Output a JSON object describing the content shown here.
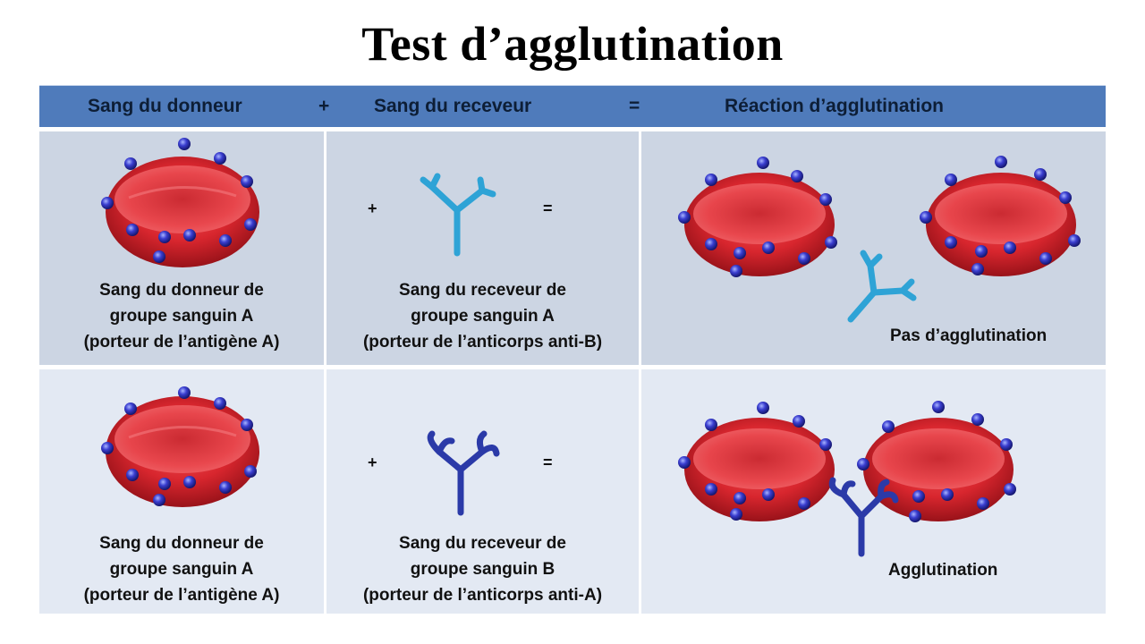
{
  "title": "Test d’agglutination",
  "header": {
    "col1": "Sang du donneur",
    "plus": "+",
    "col2": "Sang du receveur",
    "equals": "=",
    "col3": "Réaction d’agglutination"
  },
  "rows": [
    {
      "donor": [
        "Sang du donneur de",
        "groupe sanguin A",
        "(porteur de l’antigène A)"
      ],
      "plus": "+",
      "equals": "=",
      "recipient": [
        "Sang du receveur de",
        "groupe sanguin A",
        "(porteur de l’anticorps anti-B)"
      ],
      "result": "Pas d’agglutination"
    },
    {
      "donor": [
        "Sang du donneur de",
        "groupe sanguin A",
        "(porteur de l’antigène A)"
      ],
      "plus": "+",
      "equals": "=",
      "recipient": [
        "Sang du receveur de",
        "groupe sanguin B",
        "(porteur de l’anticorps anti-A)"
      ],
      "result": "Agglutination"
    }
  ],
  "colors": {
    "header_bg": "#4f7bbb",
    "row1_bg": "#ccd5e3",
    "row2_bg": "#e3e9f3",
    "red_cell": "#d8262e",
    "antigen": "#2b2fb0",
    "antibody_anti_b": "#2ea3d6",
    "antibody_anti_a": "#2b3aa8"
  },
  "icons": [
    "red-blood-cell-icon",
    "antigen-icon",
    "antibody-anti-b-icon",
    "antibody-anti-a-icon"
  ]
}
